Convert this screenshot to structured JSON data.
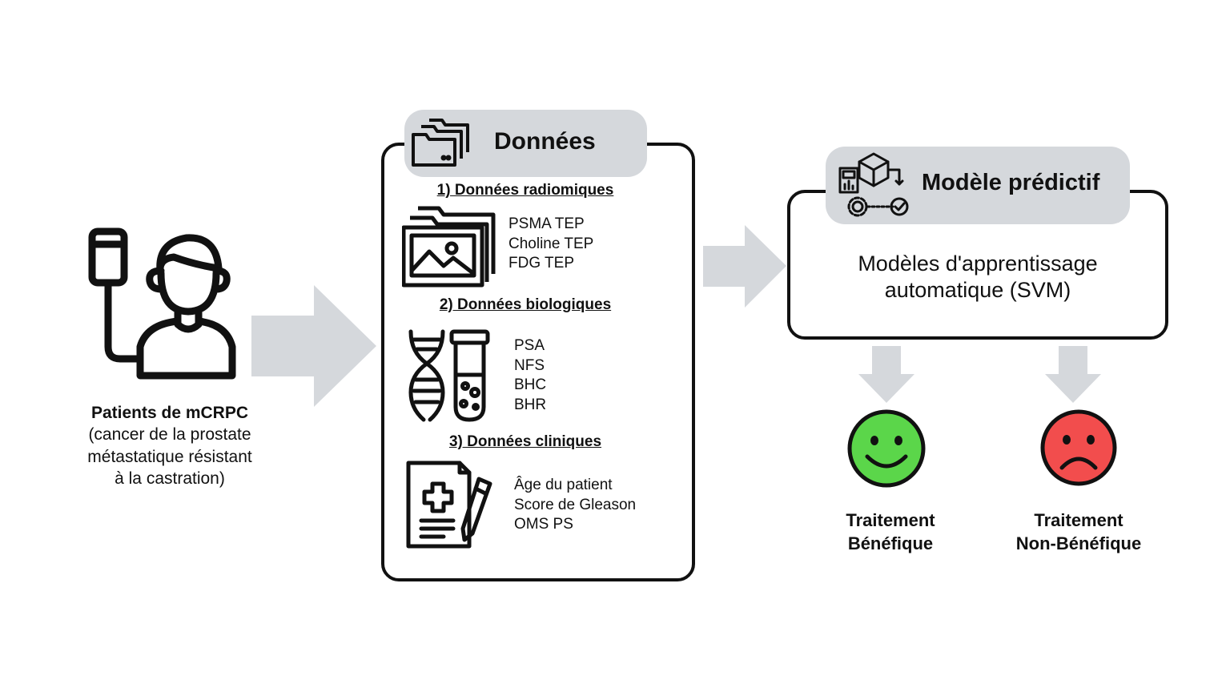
{
  "patient": {
    "title": "Patients de mCRPC",
    "description_lines": [
      "(cancer de la prostate",
      "métastatique résistant",
      "à la castration)"
    ]
  },
  "data_panel": {
    "title": "Données",
    "sections": [
      {
        "heading": "1) Données radiomiques",
        "items": [
          "PSMA TEP",
          "Choline TEP",
          "FDG TEP"
        ],
        "icon": "image-folder-icon"
      },
      {
        "heading": "2) Données biologiques",
        "items": [
          "PSA",
          "NFS",
          "BHC",
          "BHR"
        ],
        "icon": "dna-test-tube-icon"
      },
      {
        "heading": "3) Données cliniques",
        "items": [
          "Âge du patient",
          "Score de Gleason",
          "OMS PS"
        ],
        "icon": "medical-record-icon"
      }
    ]
  },
  "model_panel": {
    "title": "Modèle prédictif",
    "body_lines": [
      "Modèles d'apprentissage",
      "automatique (SVM)"
    ]
  },
  "outcomes": [
    {
      "lines": [
        "Traitement",
        "Bénéfique"
      ],
      "face": "happy-face-icon",
      "color": "#5bd64a"
    },
    {
      "lines": [
        "Traitement",
        "Non-Bénéfique"
      ],
      "face": "sad-face-icon",
      "color": "#f24d4d"
    }
  ],
  "colors": {
    "arrow": "#d5d8dc",
    "pill": "#d5d8dc",
    "stroke": "#111111"
  }
}
